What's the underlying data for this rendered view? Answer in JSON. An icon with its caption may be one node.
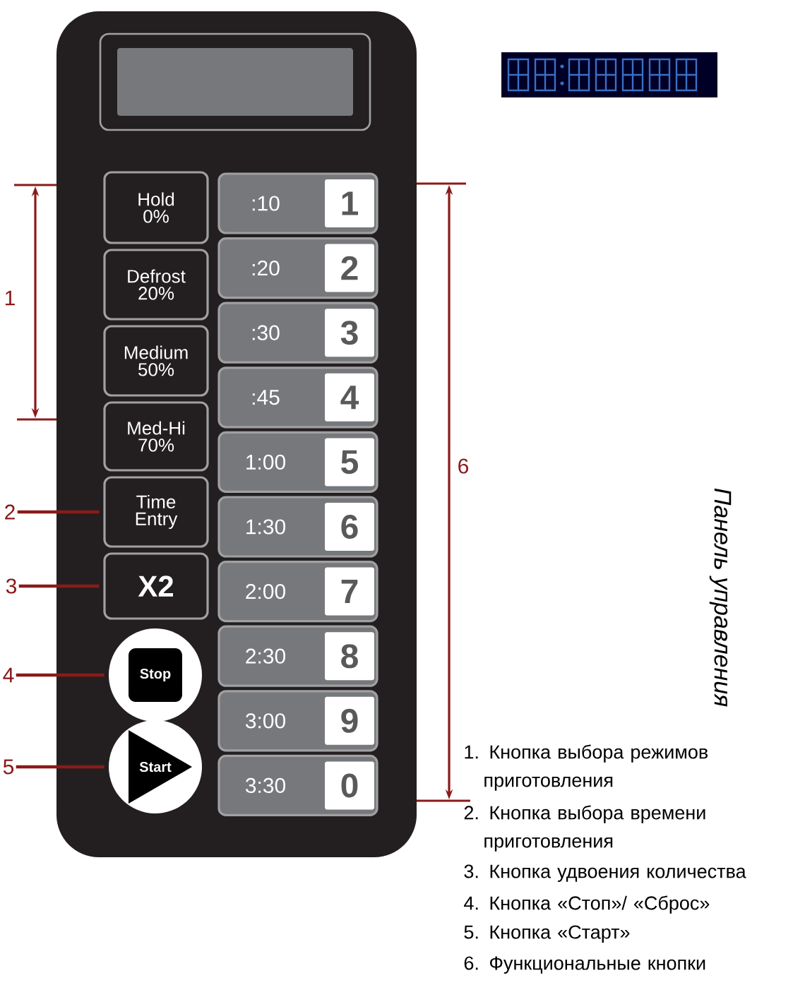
{
  "diagram": {
    "title": "Панель управления",
    "nodes": [
      {
        "text": [],
        "shape": "box"
      },
      {
        "text": [],
        "shape": "box",
        "in": 0
      },
      {
        "text": [
          "Hold 0%"
        ],
        "in": 0
      },
      {
        "text": [
          "Defrost 20%"
        ],
        "in": 0
      },
      {
        "text": [
          "Medium 50%"
        ],
        "in": 0
      },
      {
        "text": [
          "Med-Hi 70%"
        ],
        "in": 0
      },
      {
        "text": [
          "Time Entry"
        ],
        "in": 0
      },
      {
        "text": [
          "X2"
        ],
        "in": 0
      },
      {
        "text": [
          "Stop"
        ],
        "in": 0
      },
      {
        "text": [
          "Start"
        ],
        "in": 0
      },
      {
        "text": [
          ":10",
          "1"
        ],
        "in": 0
      },
      {
        "text": [
          ":20",
          "2"
        ],
        "in": 0
      },
      {
        "text": [
          ":30",
          "3"
        ],
        "in": 0
      },
      {
        "text": [
          ":45",
          "4"
        ],
        "in": 0
      },
      {
        "text": [
          "1:00",
          "5"
        ],
        "in": 0
      },
      {
        "text": [
          "1:30",
          "6"
        ],
        "in": 0
      },
      {
        "text": [
          "2:00",
          "7"
        ],
        "in": 0
      },
      {
        "text": [
          "2:30",
          "8"
        ],
        "in": 0
      },
      {
        "text": [
          "3:00",
          "9"
        ],
        "in": 0
      },
      {
        "text": [
          "3:30",
          "0"
        ],
        "in": 0
      },
      {
        "text": [
          "2"
        ]
      },
      {
        "text": [
          "3"
        ]
      },
      {
        "text": [
          "4"
        ]
      },
      {
        "text": [
          "5"
        ]
      }
    ],
    "edges": [
      {
        "from": 20,
        "to": 6,
        "arrow": "none"
      },
      {
        "from": 21,
        "to": 7,
        "arrow": "none"
      },
      {
        "from": 22,
        "to": 8,
        "arrow": "none"
      },
      {
        "from": 23,
        "to": 9,
        "arrow": "none"
      }
    ],
    "labels": [
      "1",
      "6",
      "1. Кнопка выбора режимов приготовления",
      "2. Кнопка выбора времени приготовления",
      "3. Кнопка удвоения количества",
      "4. Кнопка «Стоп»/ «Сброс»",
      "5. Кнопка «Старт»",
      "6. Функциональные кнопки"
    ]
  }
}
